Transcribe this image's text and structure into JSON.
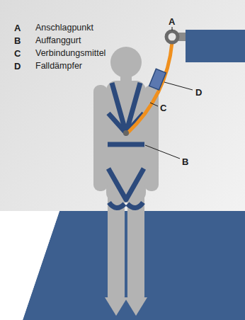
{
  "diagram": {
    "labels": [
      "A",
      "Anschlagpunkt",
      "B",
      "Auffanggurt",
      "C",
      "Verbindungsmittel",
      "D",
      "Falldämpfer",
      "A",
      "D",
      "C",
      "B"
    ]
  }
}
